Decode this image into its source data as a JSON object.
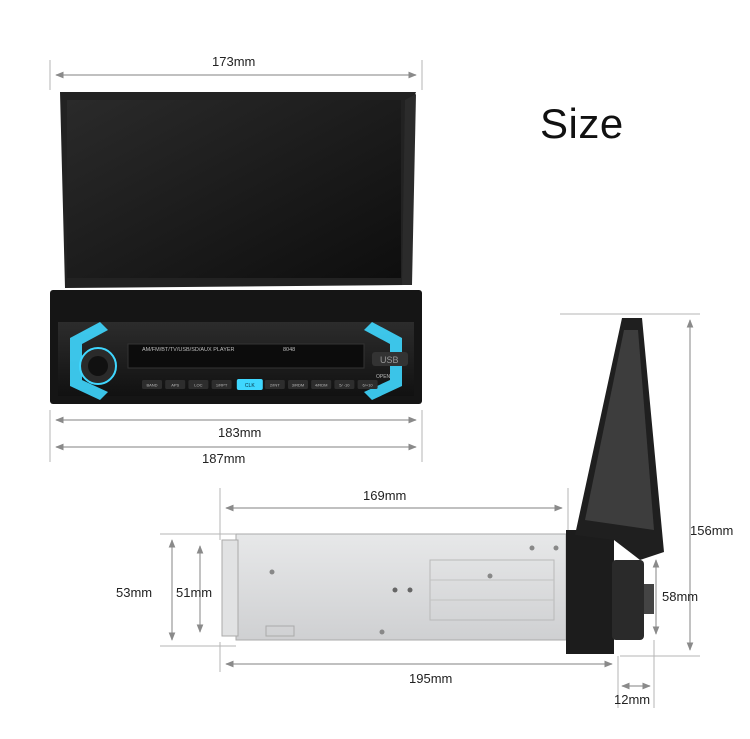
{
  "title": "Size",
  "dimensions": {
    "top_width": "173mm",
    "front_inner_width": "183mm",
    "front_outer_width": "187mm",
    "chassis_depth": "169mm",
    "total_depth": "195mm",
    "knob_depth": "12mm",
    "outer_height": "53mm",
    "inner_height": "51mm",
    "screen_height": "156mm",
    "face_height": "58mm"
  },
  "panel": {
    "source_strip": "AM/FM/BT/TV/USB/SD/AUX PLAYER",
    "model": "8048",
    "usb_label": "USB",
    "open_label": "OPEN",
    "button_labels": [
      "BAND",
      "APS",
      "LOC",
      "1/RPT",
      "2/INT",
      "3/RDM",
      "4/RDM",
      "5/ -10",
      "6/+10"
    ],
    "center_button": "CLK"
  },
  "colors": {
    "accent_glow": "#3fd7ff",
    "device_body": "#1b1b1b",
    "chassis_metal": "#d9dadb",
    "dimension_line": "#9a9a9a"
  }
}
